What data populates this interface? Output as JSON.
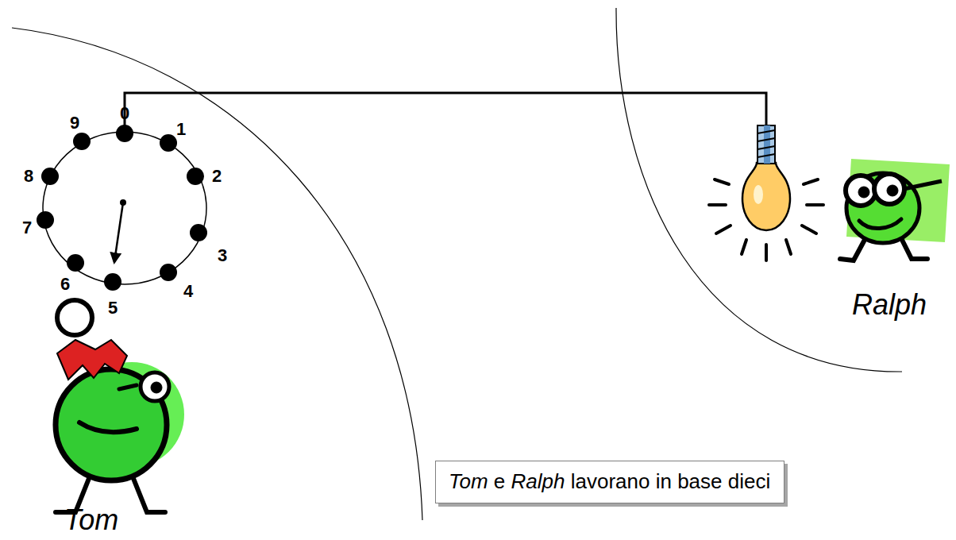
{
  "diagram": {
    "nodes": [
      {
        "text": [
          "Tom e Ralph lavorano in base dieci"
        ]
      }
    ],
    "labels": [
      "0",
      "1",
      "2",
      "3",
      "4",
      "5",
      "6",
      "7",
      "8",
      "9",
      "Tom",
      "Ralph"
    ]
  }
}
